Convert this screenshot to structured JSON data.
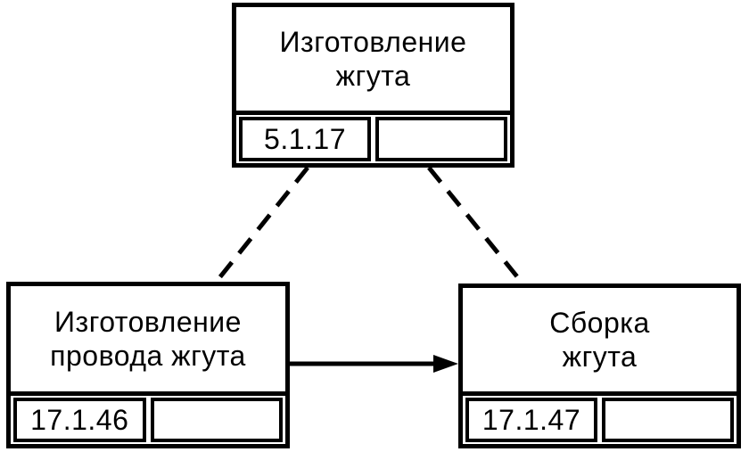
{
  "diagram": {
    "background": "#ffffff",
    "ink_color": "#000000",
    "nodes": [
      {
        "id": "top",
        "title": "Изготовление жгута",
        "title_lines": [
          "Изготовление",
          "жгута"
        ],
        "code": "5.1.17",
        "empty_cell": ""
      },
      {
        "id": "bottom-left",
        "title": "Изготовление провода жгута",
        "title_lines": [
          "Изготовление",
          "провода жгута"
        ],
        "code": "17.1.46",
        "empty_cell": ""
      },
      {
        "id": "bottom-right",
        "title": "Сборка жгута",
        "title_lines": [
          "Сборка",
          "жгута"
        ],
        "code": "17.1.47",
        "empty_cell": ""
      }
    ],
    "connectors": [
      {
        "id": "top-to-bottom-left",
        "from": "Изготовление жгута",
        "to": "Изготовление провода жгута",
        "style": "dashed",
        "arrow": false
      },
      {
        "id": "top-to-bottom-right",
        "from": "Изготовление жгута",
        "to": "Сборка жгута",
        "style": "dashed",
        "arrow": false
      },
      {
        "id": "bottom-left-to-bottom-right",
        "from": "Изготовление провода жгута",
        "to": "Сборка жгута",
        "style": "solid",
        "arrow": true,
        "direction": "right"
      }
    ]
  }
}
